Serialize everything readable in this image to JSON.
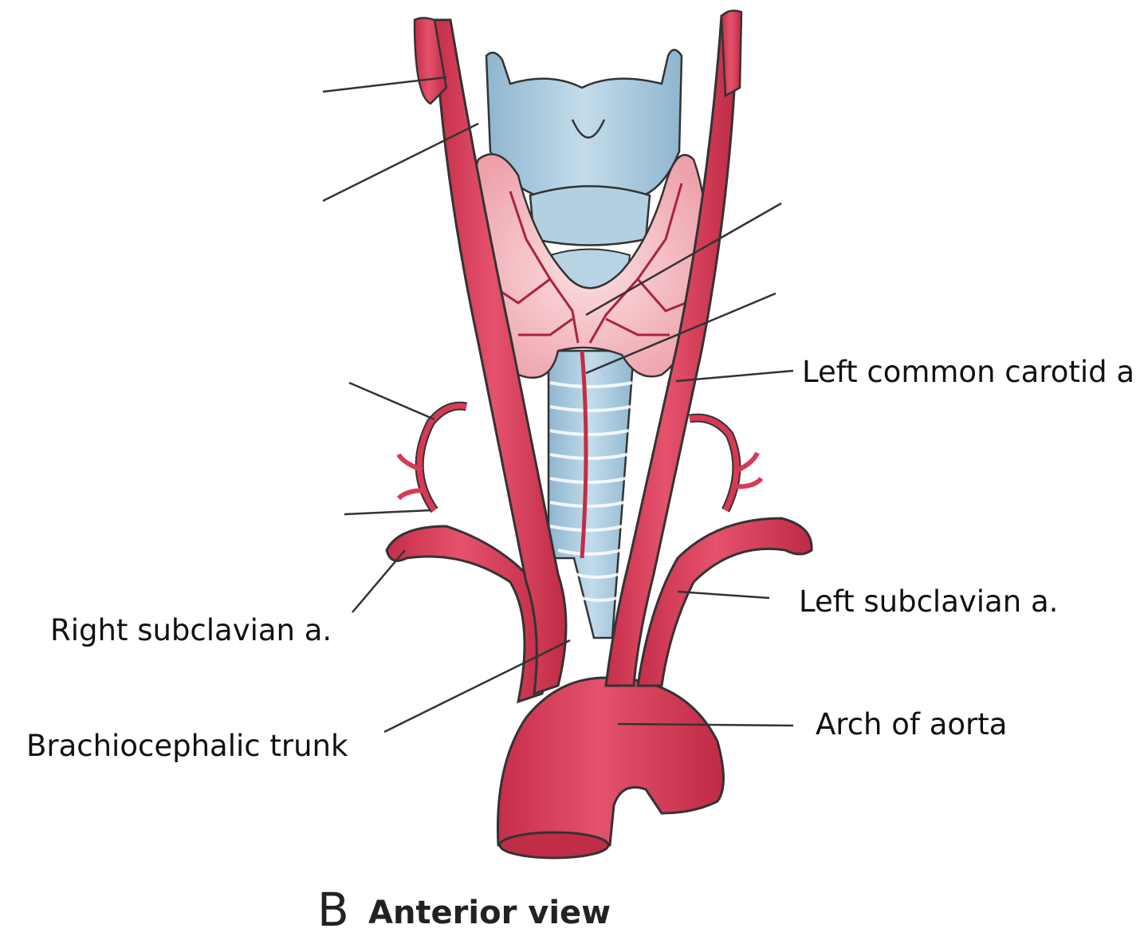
{
  "labels": {
    "left_common_carotid": "Left common carotid a",
    "left_subclavian": "Left subclavian a.",
    "right_subclavian": "Right subclavian a.",
    "brachiocephalic_trunk": "Brachiocephalic trunk",
    "arch_of_aorta": "Arch of aorta"
  },
  "caption": {
    "letter": "B",
    "text": "Anterior view"
  },
  "colors": {
    "artery": "#d83a55",
    "artery_dark": "#a8243d",
    "cartilage": "#a9c9dc",
    "thyroid": "#f2b7bd",
    "leader": "#333333"
  }
}
